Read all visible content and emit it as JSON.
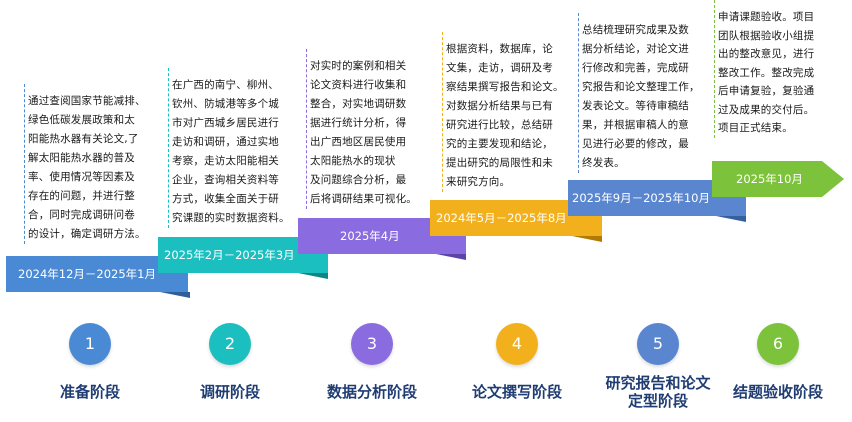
{
  "stages": [
    {
      "num": "1",
      "label": "准备阶段",
      "date": "2024年12月－2025年1月",
      "color": "#4a8ad4",
      "desc": "通过查阅国家节能减排、\n绿色低碳发展政策和太\n阳能热水器有关论文,了\n解太阳能热水器的普及\n率、使用情况等因素及\n存在的问题，并进行整\n合，同时完成调研问卷\n的设计，确定调研方法。"
    },
    {
      "num": "2",
      "label": "调研阶段",
      "date": "2025年2月－2025年3月",
      "color": "#1bbfbf",
      "desc": "在广西的南宁、柳州、\n钦州、防城港等多个城\n市对广西城乡居民进行\n走访和调研，通过实地\n考察，走访太阳能相关\n企业，查询相关资料等\n方式，收集全面关于研\n究课题的实时数据资料。"
    },
    {
      "num": "3",
      "label": "数据分析阶段",
      "date": "2025年4月",
      "color": "#8b6be0",
      "desc": "对实时的案例和相关\n论文资料进行收集和\n整合，对实地调研数\n据进行统计分析，得\n出广西地区居民使用\n太阳能热水的现状\n及问题综合分析，最\n后将调研结果可视化。"
    },
    {
      "num": "4",
      "label": "论文撰写阶段",
      "date": "2024年5月－2025年8月",
      "color": "#f2b11c",
      "desc": "根据资料，数据库，论\n文集，走访，调研及考\n察结果撰写报告和论文。\n对数据分析结果与已有\n研究进行比较，总结研\n究的主要发现和结论，\n提出研究的局限性和未\n来研究方向。"
    },
    {
      "num": "5",
      "label": "研究报告和论文\n定型阶段",
      "date": "2025年9月－2025年10月",
      "color": "#5a86d0",
      "desc": "总结梳理研究成果及数\n据分析结论，对论文进\n行修改和完善，完成研\n究报告和论文整理工作，\n发表论文。等待审稿结\n果，并根据审稿人的意\n见进行必要的修改，最\n终发表。"
    },
    {
      "num": "6",
      "label": "结题验收阶段",
      "date": "2025年10月",
      "color": "#7cc23b",
      "desc": "申请课题验收。项目\n团队根据验收小组提\n出的整改意见，进行\n整改工作。整改完成\n后申请复验，复验通\n过及成果的交付后。\n项目正式结束。"
    }
  ]
}
